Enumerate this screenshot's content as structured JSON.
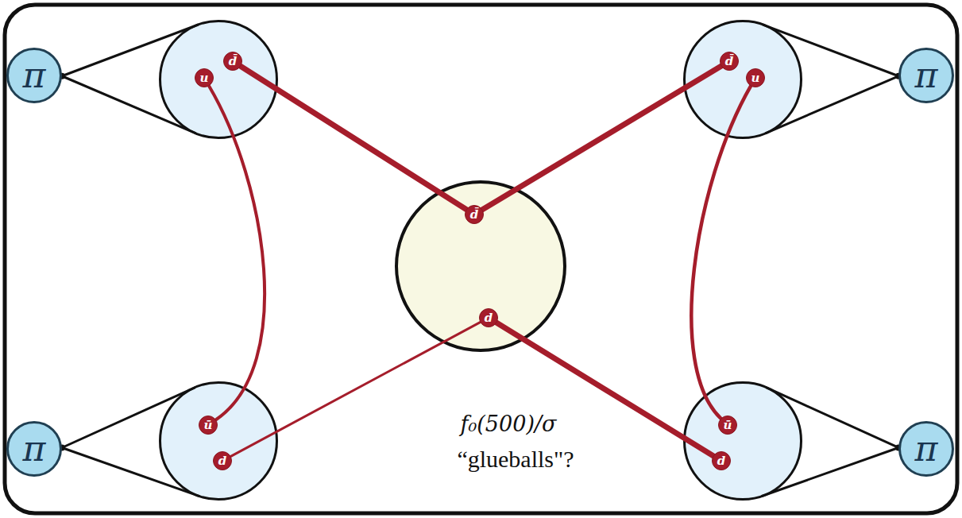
{
  "diagram": {
    "nodes": [
      {
        "text": [
          "π"
        ]
      },
      {
        "text": []
      },
      {
        "text": [
          "d̄"
        ],
        "in": 1
      },
      {
        "text": [
          "u"
        ],
        "in": 1
      },
      {
        "text": []
      },
      {
        "text": [
          "d̄"
        ],
        "in": 4
      },
      {
        "text": [
          "u"
        ],
        "in": 4
      },
      {
        "text": [
          "π"
        ]
      },
      {
        "text": [
          "f₀(500)/σ",
          "“glueballs\"?"
        ]
      },
      {
        "text": [
          "d̄"
        ],
        "in": 8
      },
      {
        "text": [
          "d"
        ],
        "in": 8
      },
      {
        "text": [
          "π"
        ]
      },
      {
        "text": []
      },
      {
        "text": [
          "ū"
        ],
        "in": 12
      },
      {
        "text": [
          "d"
        ],
        "in": 12
      },
      {
        "text": []
      },
      {
        "text": [
          "ū"
        ],
        "in": 15
      },
      {
        "text": [
          "d"
        ],
        "in": 15
      },
      {
        "text": [
          "π"
        ]
      }
    ],
    "edges": [
      {
        "from": 0,
        "to": 1,
        "arrow": "none"
      },
      {
        "from": 7,
        "to": 4,
        "arrow": "none"
      },
      {
        "from": 11,
        "to": 12,
        "arrow": "none"
      },
      {
        "from": 18,
        "to": 15,
        "arrow": "none"
      },
      {
        "from": 2,
        "to": 9,
        "arrow": "none"
      },
      {
        "from": 3,
        "to": 13,
        "arrow": "none"
      },
      {
        "from": 14,
        "to": 10,
        "arrow": "none"
      },
      {
        "from": 5,
        "to": 9,
        "arrow": "none"
      },
      {
        "from": 6,
        "to": 16,
        "arrow": "none"
      },
      {
        "from": 10,
        "to": 17,
        "arrow": "none"
      }
    ]
  }
}
